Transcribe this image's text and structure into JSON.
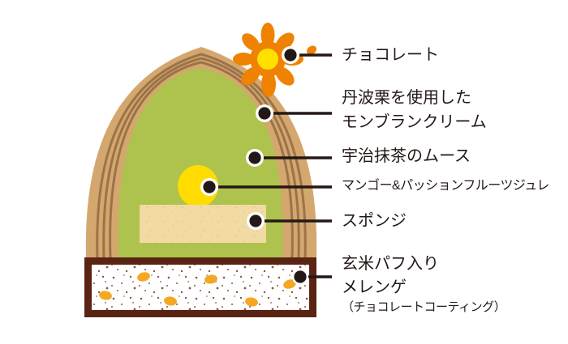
{
  "diagram": {
    "kind": "cake-cross-section-callout-diagram",
    "background": "#FFFFFF"
  },
  "callouts": {
    "chocolate": {
      "line1": "チョコレート"
    },
    "montblanc": {
      "line1": "丹波栗を使用した",
      "line2": "モンブランクリーム"
    },
    "matcha": {
      "line1": "宇治抹茶のムース"
    },
    "mango": {
      "line1": "マンゴー&パッションフルーツジュレ"
    },
    "sponge": {
      "line1": "スポンジ"
    },
    "meringue": {
      "line1": "玄米パフ入り",
      "line2": "メレンゲ",
      "note": "（チョコレートコーティング）"
    }
  },
  "colors": {
    "chocolate_decoration_orange": "#EF8200",
    "decoration_center_yellow": "#FFE100",
    "montblanc_tan": "#D4A76E",
    "montblanc_stripe_brown": "#9C7349",
    "matcha_green": "#AEC34D",
    "jelly_yellow": "#FFDC00",
    "sponge_cream": "#F2DAA4",
    "coating_dark_brown": "#5A2415",
    "meringue_white": "#FFFFFF",
    "rice_puff_orange": "#F6A722",
    "speckle_brown": "#6E3C20",
    "line_black": "#231815"
  }
}
